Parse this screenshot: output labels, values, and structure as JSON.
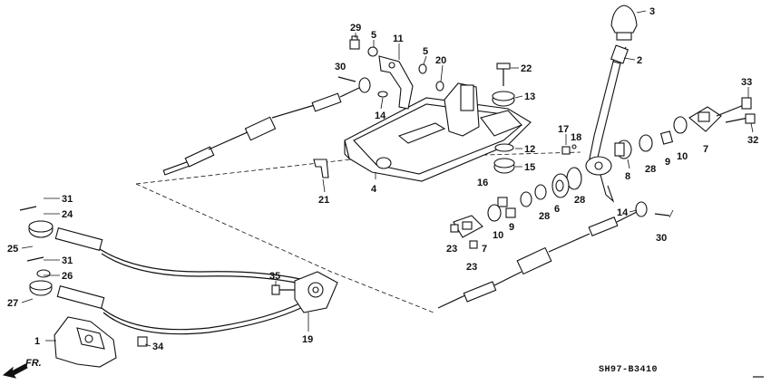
{
  "diagram": {
    "code": "SH97-B3410",
    "front_label": "FR.",
    "callouts": [
      {
        "id": "c3",
        "text": "3"
      },
      {
        "id": "c2",
        "text": "2"
      },
      {
        "id": "c29",
        "text": "29"
      },
      {
        "id": "c5a",
        "text": "5"
      },
      {
        "id": "c11",
        "text": "11"
      },
      {
        "id": "c5b",
        "text": "5"
      },
      {
        "id": "c20",
        "text": "20"
      },
      {
        "id": "c30a",
        "text": "30"
      },
      {
        "id": "c22",
        "text": "22"
      },
      {
        "id": "c14a",
        "text": "14"
      },
      {
        "id": "c13",
        "text": "13"
      },
      {
        "id": "c33",
        "text": "33"
      },
      {
        "id": "c32",
        "text": "32"
      },
      {
        "id": "c17",
        "text": "17"
      },
      {
        "id": "c18",
        "text": "18"
      },
      {
        "id": "c12",
        "text": "12"
      },
      {
        "id": "c15",
        "text": "15"
      },
      {
        "id": "c8",
        "text": "8"
      },
      {
        "id": "c28a",
        "text": "28"
      },
      {
        "id": "c9a",
        "text": "9"
      },
      {
        "id": "c10a",
        "text": "10"
      },
      {
        "id": "c7a",
        "text": "7"
      },
      {
        "id": "c4",
        "text": "4"
      },
      {
        "id": "c21",
        "text": "21"
      },
      {
        "id": "c16",
        "text": "16"
      },
      {
        "id": "c28b",
        "text": "28"
      },
      {
        "id": "c6",
        "text": "6"
      },
      {
        "id": "c28c",
        "text": "28"
      },
      {
        "id": "c9b",
        "text": "9"
      },
      {
        "id": "c10b",
        "text": "10"
      },
      {
        "id": "c14b",
        "text": "14"
      },
      {
        "id": "c30b",
        "text": "30"
      },
      {
        "id": "c31a",
        "text": "31"
      },
      {
        "id": "c24",
        "text": "24"
      },
      {
        "id": "c25",
        "text": "25"
      },
      {
        "id": "c31b",
        "text": "31"
      },
      {
        "id": "c26",
        "text": "26"
      },
      {
        "id": "c27",
        "text": "27"
      },
      {
        "id": "c23a",
        "text": "23"
      },
      {
        "id": "c7b",
        "text": "7"
      },
      {
        "id": "c23b",
        "text": "23"
      },
      {
        "id": "c35",
        "text": "35"
      },
      {
        "id": "c19",
        "text": "19"
      },
      {
        "id": "c1",
        "text": "1"
      },
      {
        "id": "c34",
        "text": "34"
      }
    ]
  }
}
